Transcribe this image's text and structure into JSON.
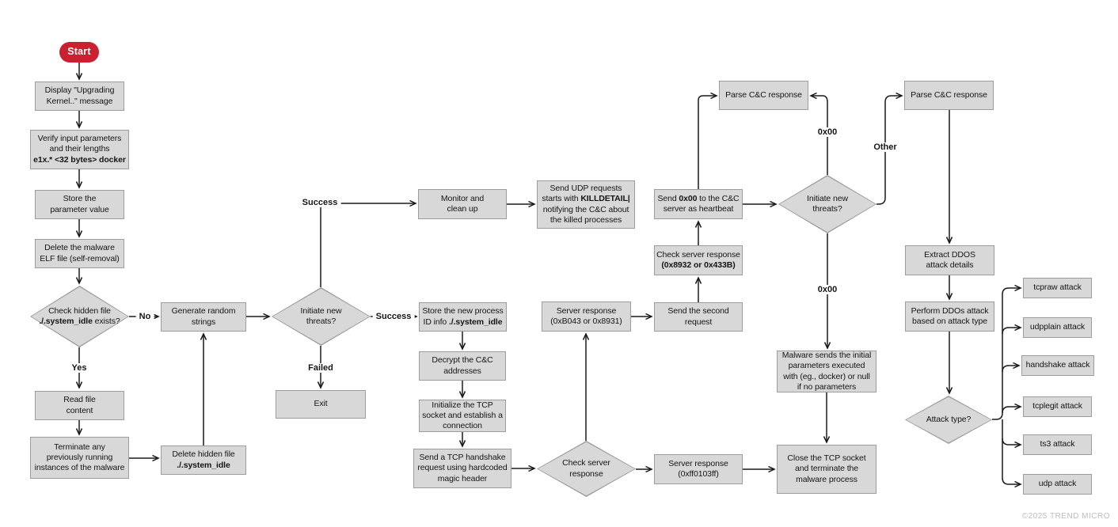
{
  "nodes": {
    "start": "Start",
    "display_msg": [
      [
        "Display \"Upgrading"
      ],
      [
        "Kernel..\" message"
      ]
    ],
    "verify_params": [
      [
        "Verify input parameters"
      ],
      [
        "and their lengths"
      ],
      [
        {
          "b": "e1x.* <32 bytes> docker"
        }
      ]
    ],
    "store_param": [
      [
        "Store the"
      ],
      [
        "parameter value"
      ]
    ],
    "delete_elf": [
      [
        "Delete the malware"
      ],
      [
        "ELF file (self-removal)"
      ]
    ],
    "check_hidden": [
      [
        "Check hidden file"
      ],
      [
        {
          "b": "./.system_idle"
        },
        " exists?"
      ]
    ],
    "read_file": [
      [
        "Read file"
      ],
      [
        "content"
      ]
    ],
    "terminate_prev": [
      [
        "Terminate any"
      ],
      [
        "previously running"
      ],
      [
        "instances of the malware"
      ]
    ],
    "generate_random": [
      [
        "Generate random"
      ],
      [
        "strings"
      ]
    ],
    "delete_hidden": [
      [
        "Delete hidden file"
      ],
      [
        {
          "b": "./.system_idle"
        }
      ]
    ],
    "initiate_threats_1": [
      [
        "Initiate new"
      ],
      [
        "threats?"
      ]
    ],
    "exit": [
      [
        "Exit"
      ]
    ],
    "monitor": [
      [
        "Monitor and"
      ],
      [
        "clean up"
      ]
    ],
    "store_pid": [
      [
        "Store the new process"
      ],
      [
        "ID info ",
        {
          "b": "./.system_idle"
        }
      ]
    ],
    "decrypt_cc": [
      [
        "Decrypt the C&C"
      ],
      [
        "addresses"
      ]
    ],
    "init_tcp": [
      [
        "Initialize the TCP"
      ],
      [
        "socket and establish a"
      ],
      [
        "connection"
      ]
    ],
    "send_tcp_handshake": [
      [
        "Send a TCP handshake"
      ],
      [
        "request using hardcoded"
      ],
      [
        "magic header"
      ]
    ],
    "send_udp": [
      [
        "Send UDP requests"
      ],
      [
        "starts with ",
        {
          "b": "KILLDETAIL|"
        }
      ],
      [
        "notifying the C&C about"
      ],
      [
        "the killed processes"
      ]
    ],
    "server_resp_1": [
      [
        "Server response"
      ],
      [
        "(0xB043 or 0x8931)"
      ]
    ],
    "check_server": [
      [
        "Check server"
      ],
      [
        "response"
      ]
    ],
    "send_heartbeat": [
      [
        "Send ",
        {
          "b": "0x00"
        },
        " to the C&C"
      ],
      [
        "server as heartbeat"
      ]
    ],
    "check_server_resp": [
      [
        "Check server response"
      ],
      [
        {
          "b": "(0x8932 or 0x433B)"
        }
      ]
    ],
    "send_second": [
      [
        "Send the second"
      ],
      [
        "request"
      ]
    ],
    "server_resp_2": [
      [
        "Server response"
      ],
      [
        "(0xff0103ff)"
      ]
    ],
    "parse_cc_1": [
      [
        "Parse C&C response"
      ]
    ],
    "initiate_threats_2": [
      [
        "Initiate new"
      ],
      [
        "threats?"
      ]
    ],
    "malware_sends": [
      [
        "Malware sends the initial"
      ],
      [
        "parameters executed"
      ],
      [
        "with (eg., docker) or null"
      ],
      [
        "if no parameters"
      ]
    ],
    "close_tcp": [
      [
        "Close the TCP socket"
      ],
      [
        "and terminate the"
      ],
      [
        "malware process"
      ]
    ],
    "parse_cc_2": [
      [
        "Parse C&C response"
      ]
    ],
    "extract_ddos": [
      [
        "Extract DDOS"
      ],
      [
        "attack details"
      ]
    ],
    "perform_ddos": [
      [
        "Perform DDOs attack"
      ],
      [
        "based on attack type"
      ]
    ],
    "attack_type": [
      [
        "Attack type?"
      ]
    ]
  },
  "attacks": [
    "tcpraw attack",
    "udpplain attack",
    "handshake attack",
    "tcplegit attack",
    "ts3 attack",
    "udp attack"
  ],
  "edge_labels": {
    "no": "No",
    "yes": "Yes",
    "success_top": "Success",
    "success_right": "Success",
    "failed": "Failed",
    "x00_top": "0x00",
    "x00_down": "0x00",
    "other": "Other"
  },
  "colors": {
    "node_fill": "#d8d8d8",
    "node_border": "#9c9c9c",
    "start_red": "#cb2030",
    "line": "#1a1a1a",
    "footer_gray": "#b9bdc3"
  },
  "footer": "©2025 TREND MICRO"
}
